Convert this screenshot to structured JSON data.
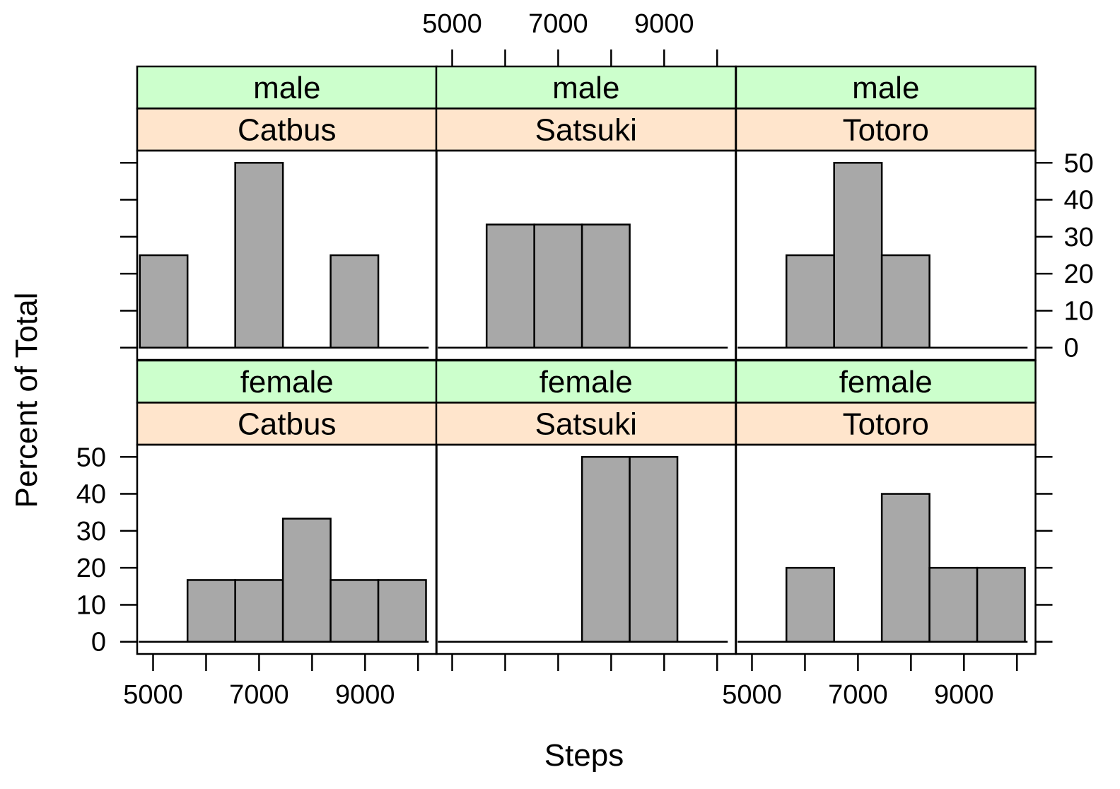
{
  "chart_data": {
    "type": "bar",
    "subtype": "histogram-trellis",
    "xlabel": "Steps",
    "ylabel": "Percent of Total",
    "xlim": [
      4700,
      10350
    ],
    "ylim": [
      -3.3,
      53.3
    ],
    "x_ticks": [
      5000,
      6000,
      7000,
      8000,
      9000,
      10000
    ],
    "x_tick_labels": [
      "5000",
      "7000",
      "9000"
    ],
    "x_tick_label_values": [
      5000,
      7000,
      9000
    ],
    "y_ticks": [
      0,
      10,
      20,
      30,
      40,
      50
    ],
    "y_tick_labels": [
      "0",
      "10",
      "20",
      "30",
      "40",
      "50"
    ],
    "bin_edges": [
      4750,
      5650,
      6550,
      7450,
      8350,
      9250,
      10150
    ],
    "bar_color": "#a8a8a8",
    "strip_colors": {
      "sex": "#ccffcc",
      "character": "#ffe5cc"
    },
    "layout": "2 rows x 3 columns",
    "grid": false,
    "legend": "none",
    "panels": [
      {
        "sex": "male",
        "character": "Catbus",
        "values": [
          25,
          0,
          50,
          0,
          25,
          0
        ]
      },
      {
        "sex": "male",
        "character": "Satsuki",
        "values": [
          0,
          33.3,
          33.3,
          33.3,
          0,
          0
        ]
      },
      {
        "sex": "male",
        "character": "Totoro",
        "values": [
          0,
          25,
          50,
          25,
          0,
          0
        ]
      },
      {
        "sex": "female",
        "character": "Catbus",
        "values": [
          0,
          16.7,
          16.7,
          33.3,
          16.7,
          16.7
        ]
      },
      {
        "sex": "female",
        "character": "Satsuki",
        "values": [
          0,
          0,
          0,
          50,
          50,
          0
        ]
      },
      {
        "sex": "female",
        "character": "Totoro",
        "values": [
          0,
          20,
          0,
          40,
          20,
          20
        ]
      }
    ]
  }
}
